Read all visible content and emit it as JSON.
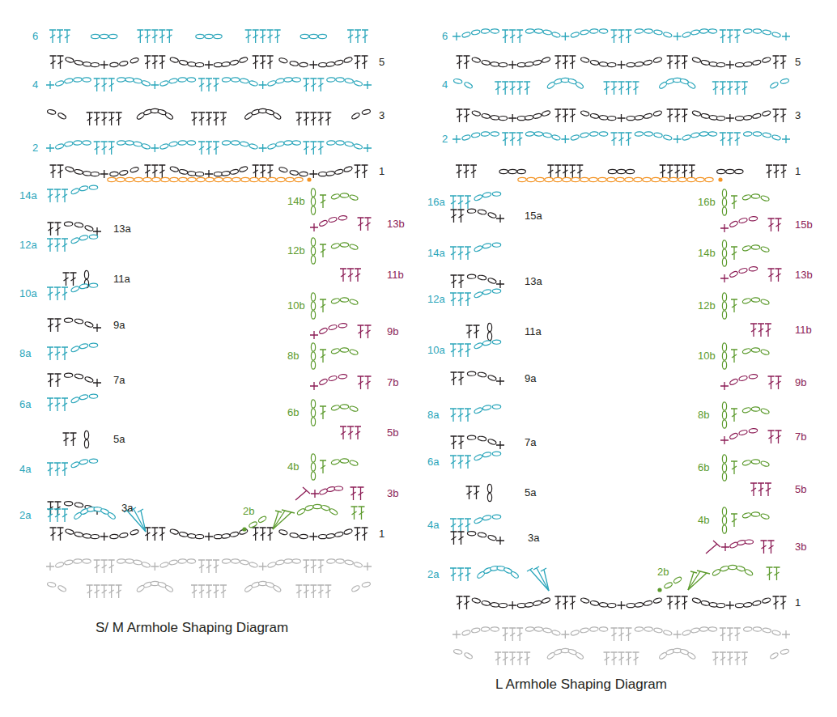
{
  "diagram": {
    "labels": [
      "6",
      "5",
      "4",
      "3",
      "2",
      "1",
      "14a",
      "13a",
      "12a",
      "11a",
      "10a",
      "9a",
      "8a",
      "7a",
      "6a",
      "5a",
      "4a",
      "3a",
      "2a",
      "14b",
      "13b",
      "12b",
      "11b",
      "10b",
      "9b",
      "8b",
      "7b",
      "6b",
      "5b",
      "4b",
      "3b",
      "2b",
      "1",
      "S/ M Armhole Shaping Diagram",
      "6",
      "5",
      "4",
      "3",
      "2",
      "1",
      "16a",
      "15a",
      "14a",
      "13a",
      "12a",
      "11a",
      "10a",
      "9a",
      "8a",
      "7a",
      "6a",
      "5a",
      "4a",
      "3a",
      "2a",
      "16b",
      "15b",
      "14b",
      "13b",
      "12b",
      "11b",
      "10b",
      "9b",
      "8b",
      "7b",
      "6b",
      "5b",
      "4b",
      "3b",
      "2b",
      "1",
      "L Armhole Shaping Diagram"
    ]
  }
}
